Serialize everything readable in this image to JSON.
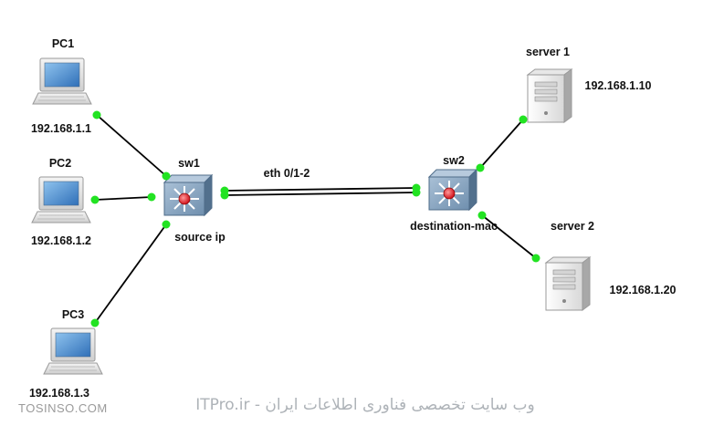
{
  "nodes": {
    "pc1": {
      "name": "PC1",
      "ip": "192.168.1.1"
    },
    "pc2": {
      "name": "PC2",
      "ip": "192.168.1.2"
    },
    "pc3": {
      "name": "PC3",
      "ip": "192.168.1.3"
    },
    "sw1": {
      "name": "sw1",
      "mode": "source ip"
    },
    "sw2": {
      "name": "sw2",
      "mode": "destination-mac"
    },
    "server1": {
      "name": "server 1",
      "ip": "192.168.1.10"
    },
    "server2": {
      "name": "server 2",
      "ip": "192.168.1.20"
    }
  },
  "links": {
    "trunk_label": "eth 0/1-2"
  },
  "watermark": {
    "left": "TOSINSO.COM",
    "center": "وب سایت تخصصی فناوری اطلاعات ایران - ITPro.ir"
  },
  "colors": {
    "port": "#22e322",
    "switch": "#6f8fae",
    "link": "#000000"
  },
  "icons": {
    "pc": "laptop-icon",
    "switch": "multilayer-switch-icon",
    "server": "server-tower-icon"
  }
}
